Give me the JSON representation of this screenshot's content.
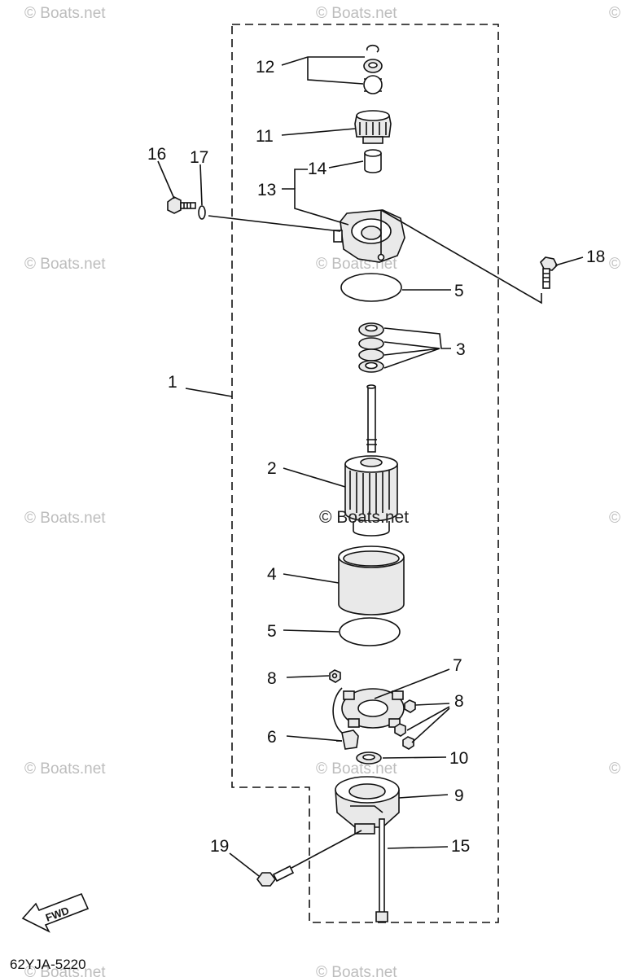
{
  "diagram_code": "62YJA-5220",
  "fwd_label": "FWD",
  "watermarks": {
    "a": "© Boats.net",
    "b": "© Boats.net",
    "c": "© Boats.net",
    "d": "© Boats.net",
    "e": "© Boats.net",
    "f": "© Boats.net",
    "g": "© Boats.net",
    "h": "© Boats.net",
    "i": "© Boats.net",
    "center": "© Boats.net",
    "edge_1": "©",
    "edge_2": "©",
    "edge_3": "©",
    "edge_4": "©"
  },
  "callouts": {
    "c1": "1",
    "c2": "2",
    "c3": "3",
    "c4": "4",
    "c5a": "5",
    "c5b": "5",
    "c6": "6",
    "c7": "7",
    "c8a": "8",
    "c8b": "8",
    "c9": "9",
    "c10": "10",
    "c11": "11",
    "c12": "12",
    "c13": "13",
    "c14": "14",
    "c15": "15",
    "c16": "16",
    "c17": "17",
    "c18": "18",
    "c19": "19"
  }
}
